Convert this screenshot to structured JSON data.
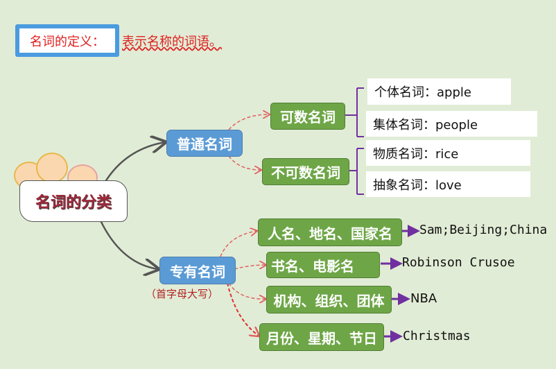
{
  "definition": {
    "label": "名词的定义：",
    "text": "表示名称的词语。"
  },
  "root": {
    "title": "名词的分类"
  },
  "common": {
    "label": "普通名词",
    "countable": {
      "label": "可数名词",
      "items": [
        {
          "text": "个体名词：apple"
        },
        {
          "text": "集体名词：people"
        }
      ]
    },
    "uncountable": {
      "label": "不可数名词",
      "items": [
        {
          "text": "物质名词：rice"
        },
        {
          "text": "抽象名词：love"
        }
      ]
    }
  },
  "proper": {
    "label": "专有名词",
    "note": "（首字母大写）",
    "items": [
      {
        "label": "人名、地名、国家名",
        "example": "Sam;Beijing;China"
      },
      {
        "label": "书名、电影名",
        "example": "Robinson Crusoe"
      },
      {
        "label": "机构、组织、团体",
        "example": "NBA"
      },
      {
        "label": "月份、星期、节日",
        "example": "Christmas"
      }
    ]
  },
  "colors": {
    "blue": "#5b9bd5",
    "green": "#6ea647",
    "red": "#e02020",
    "purple": "#7030a0"
  }
}
